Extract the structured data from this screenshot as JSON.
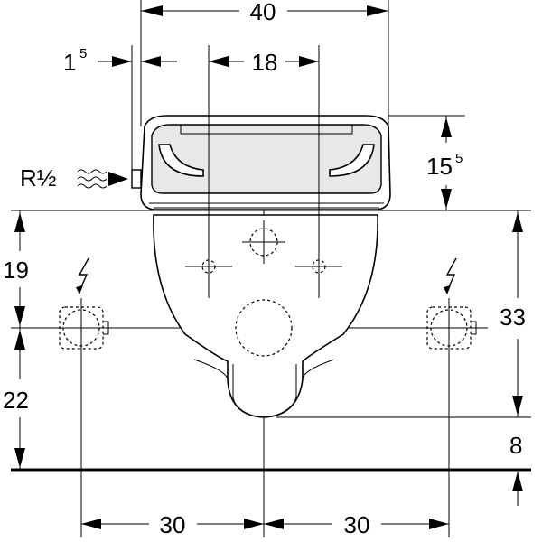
{
  "dimensions": {
    "top_width": "40",
    "left_offset_main": "1",
    "left_offset_sup": "5",
    "mid_spacing": "18",
    "right_top_main": "15",
    "right_top_sup": "5",
    "left_upper": "19",
    "left_lower": "22",
    "right_height": "33",
    "right_lower": "8",
    "bottom_left": "30",
    "bottom_right": "30"
  },
  "connection": {
    "label": "R½"
  },
  "icons": {
    "water_inlet": "water-wave-icon",
    "electric_left": "lightning-icon",
    "electric_right": "lightning-icon"
  }
}
